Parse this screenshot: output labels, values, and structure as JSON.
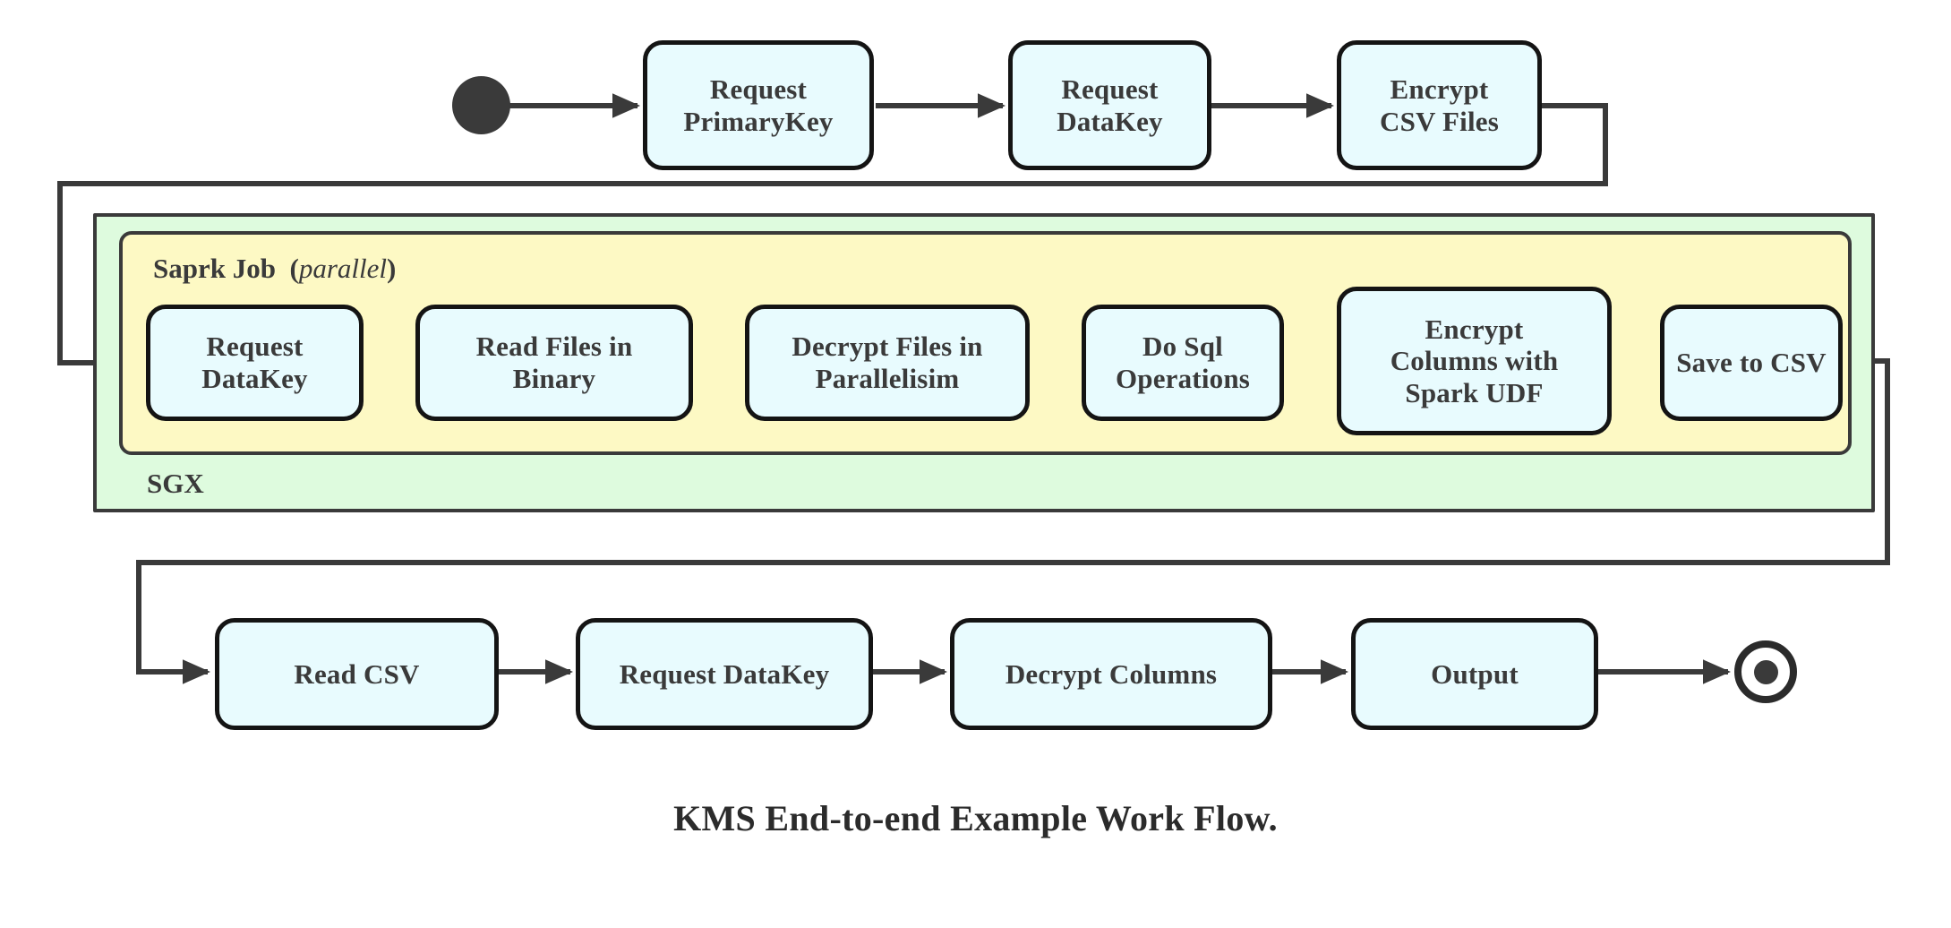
{
  "diagram": {
    "caption": "KMS End-to-end Example Work Flow.",
    "colors": {
      "node_fill": "#E8FBFE",
      "node_stroke": "#141414",
      "sgx_fill": "#DEFBDE",
      "spark_fill": "#FDF9C4",
      "group_stroke": "#3A3A3A",
      "edge_stroke": "#3A3A3A",
      "text": "#3A3A3A"
    },
    "start_node": {
      "name": "start",
      "shape": "filled-circle"
    },
    "end_node": {
      "name": "end",
      "shape": "ring-with-filled-core"
    },
    "groups": [
      {
        "id": "sgx",
        "label": "SGX",
        "label_position": "bottom-left",
        "fill": "#DEFBDE"
      },
      {
        "id": "spark",
        "label_main": "Saprk Job",
        "label_paren_open": "(",
        "label_italic": "parallel",
        "label_paren_close": ")",
        "label_position": "top-left",
        "fill": "#FDF9C4"
      }
    ],
    "rows": {
      "top": [
        {
          "id": "request-primarykey",
          "lines": "Request\nPrimaryKey"
        },
        {
          "id": "request-datakey-top",
          "lines": "Request\nDataKey"
        },
        {
          "id": "encrypt-csv-files",
          "lines": "Encrypt\nCSV Files"
        }
      ],
      "spark": [
        {
          "id": "request-datakey-spark",
          "lines": "Request\nDataKey"
        },
        {
          "id": "read-files-in-binary",
          "lines": "Read Files in\nBinary"
        },
        {
          "id": "decrypt-files-in-parallelisim",
          "lines": "Decrypt Files in\nParallelisim"
        },
        {
          "id": "do-sql-operations",
          "lines": "Do Sql\nOperations"
        },
        {
          "id": "encrypt-columns-with-spark-udf",
          "lines": "Encrypt\nColumns with\nSpark UDF"
        },
        {
          "id": "save-to-csv",
          "lines": "Save to CSV"
        }
      ],
      "bottom": [
        {
          "id": "read-csv",
          "lines": "Read CSV"
        },
        {
          "id": "request-datakey-bottom",
          "lines": "Request DataKey"
        },
        {
          "id": "decrypt-columns",
          "lines": "Decrypt Columns"
        },
        {
          "id": "output",
          "lines": "Output"
        }
      ]
    }
  }
}
